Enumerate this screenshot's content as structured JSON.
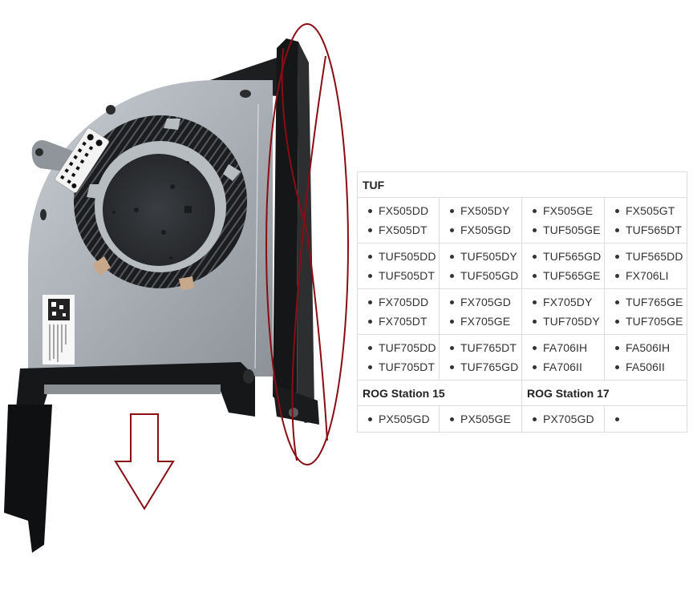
{
  "figure": {
    "subject": "laptop cooling fan (ASUS)",
    "annotation_color": "#8b0d14",
    "annotations": [
      {
        "type": "ellipse-with-cross",
        "target": "fan side foam gasket"
      },
      {
        "type": "arrow-down",
        "target": "air outlet direction"
      }
    ],
    "label_icon": "qr-code-label",
    "sticker_icon": "pin-map-sticker"
  },
  "table": {
    "border_color": "#dddddd",
    "text_color": "#333333",
    "groups": [
      {
        "title": "TUF",
        "rows": [
          [
            [
              "FX505DD",
              "FX505DT"
            ],
            [
              "FX505DY",
              "FX505GD"
            ],
            [
              "FX505GE",
              "TUF505GE"
            ],
            [
              "FX505GT",
              "TUF565DT"
            ]
          ],
          [
            [
              "TUF505DD",
              "TUF505DT"
            ],
            [
              "TUF505DY",
              "TUF505GD"
            ],
            [
              "TUF565GD",
              "TUF565GE"
            ],
            [
              "TUF565DD",
              "FX706LI"
            ]
          ],
          [
            [
              "FX705DD",
              "FX705DT"
            ],
            [
              "FX705GD",
              "FX705GE"
            ],
            [
              "FX705DY",
              "TUF705DY"
            ],
            [
              "TUF765GE",
              "TUF705GE"
            ]
          ],
          [
            [
              "TUF705DD",
              "TUF705DT"
            ],
            [
              "TUF765DT",
              "TUF765GD"
            ],
            [
              "FA706IH",
              "FA706II"
            ],
            [
              "FA506IH",
              "FA506II"
            ]
          ]
        ]
      }
    ],
    "rog": [
      {
        "title": "ROG Station 15",
        "cells": [
          [
            "PX505GD"
          ],
          [
            "PX505GE"
          ]
        ]
      },
      {
        "title": "ROG Station 17",
        "cells": [
          [
            "PX705GD"
          ],
          [
            ""
          ]
        ]
      }
    ]
  }
}
